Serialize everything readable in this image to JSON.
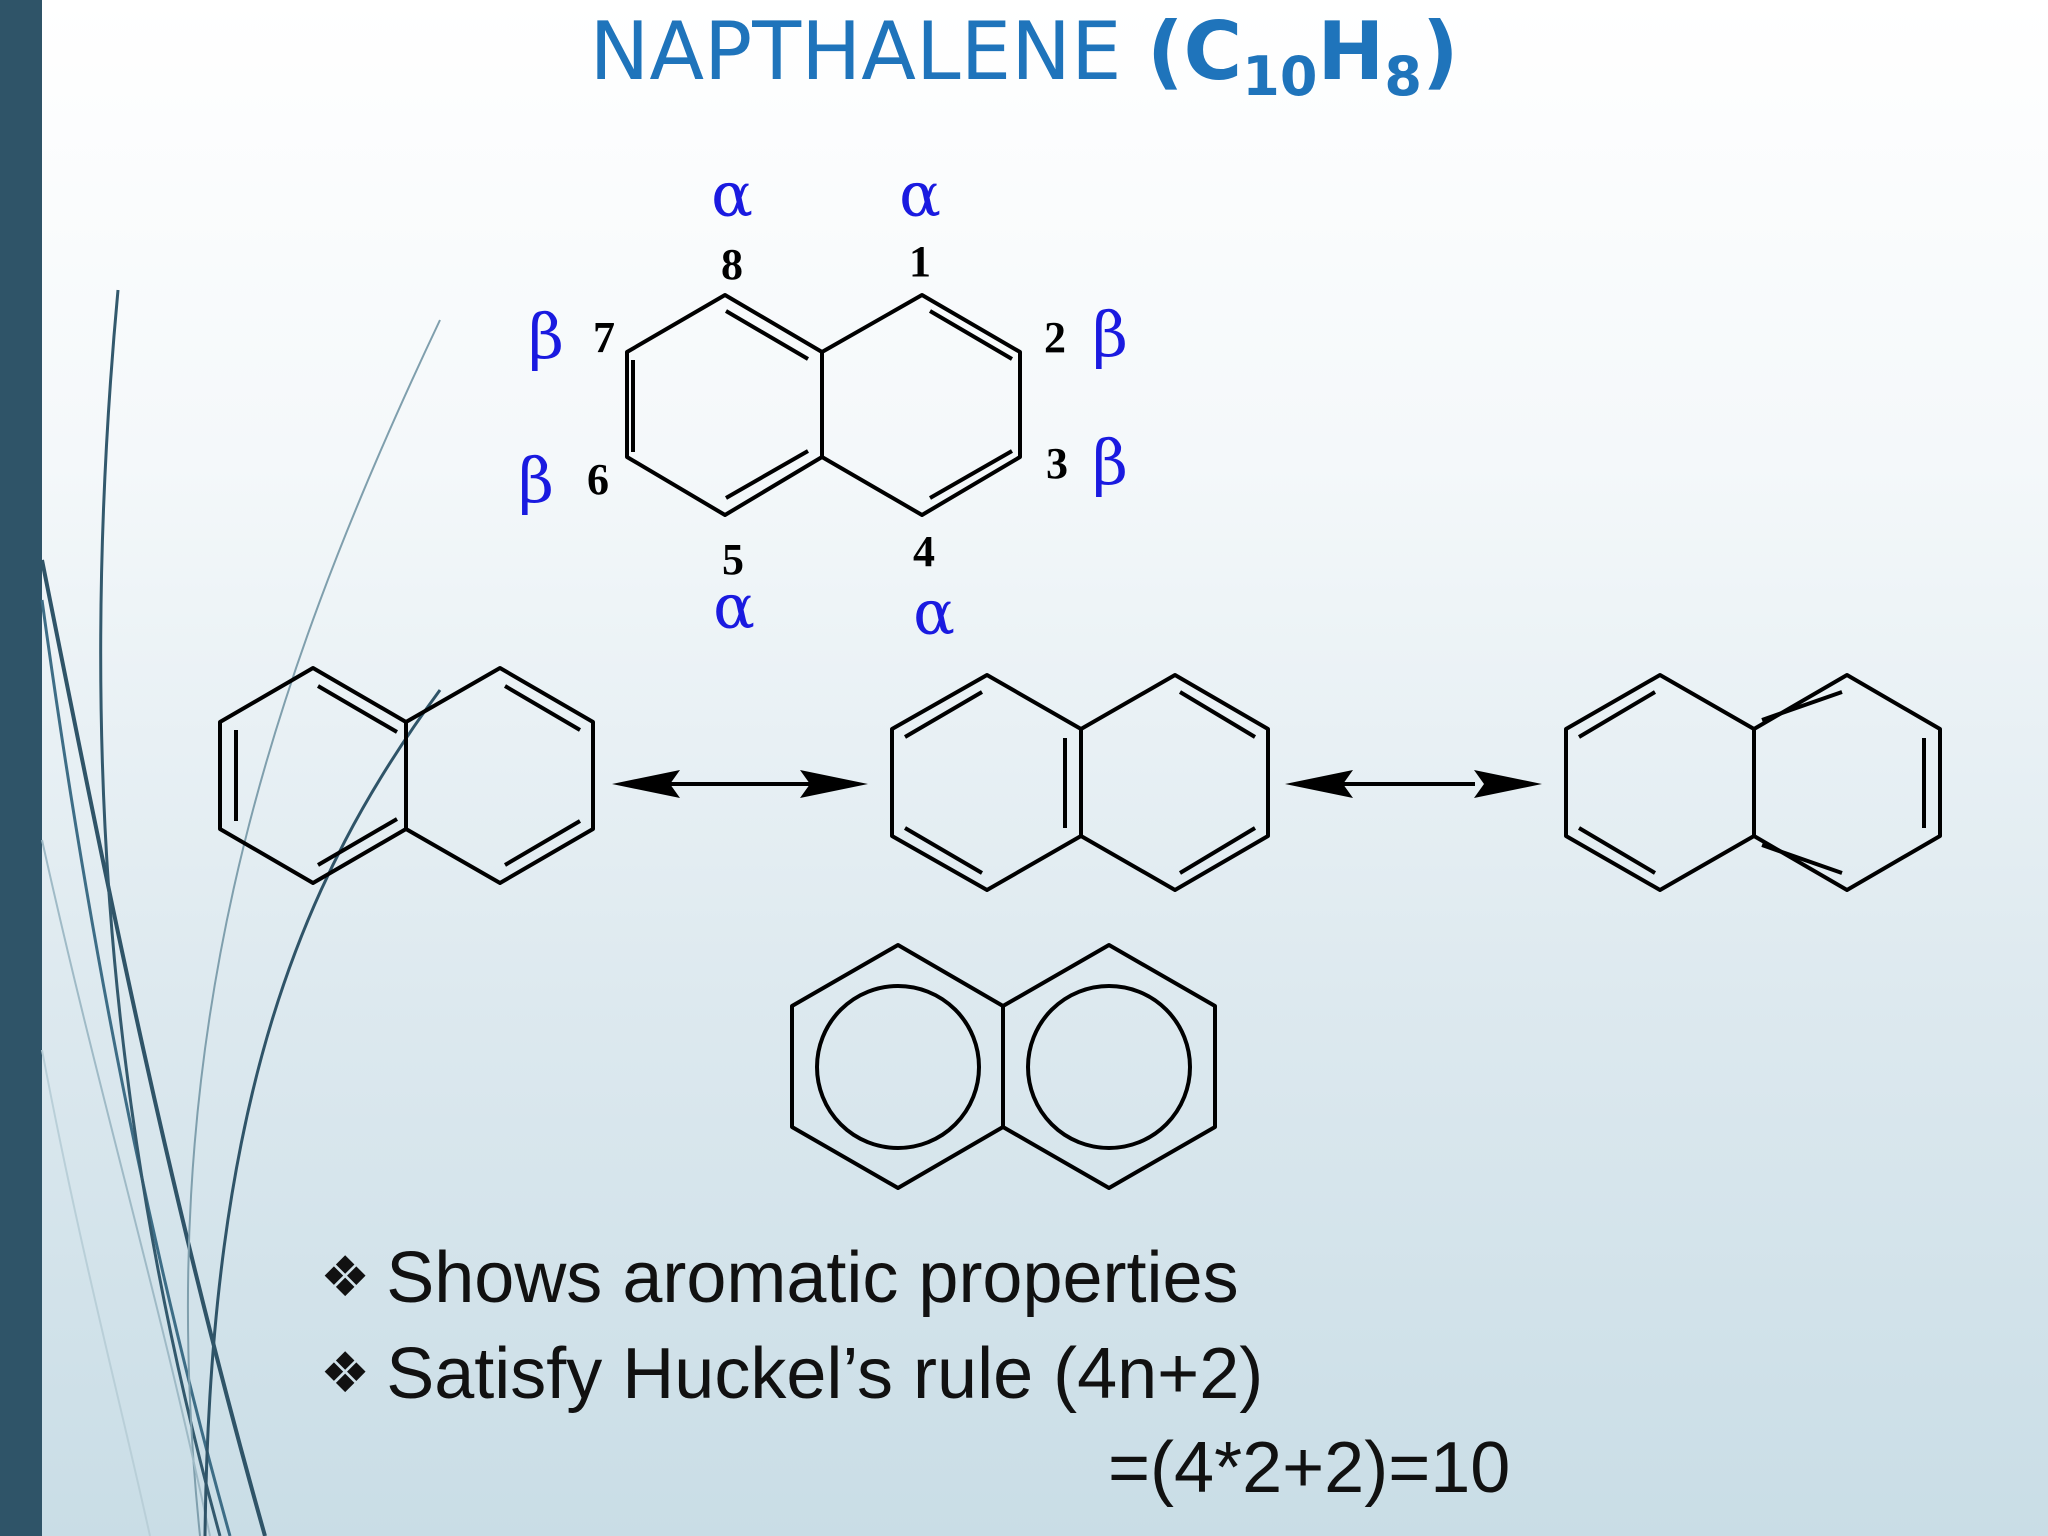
{
  "title": {
    "name": "NAPTHALENE",
    "open": "(",
    "c": "C",
    "c_sub": "10",
    "h": "H",
    "h_sub": "8",
    "close": ")"
  },
  "structure": {
    "positions": [
      "1",
      "2",
      "3",
      "4",
      "5",
      "6",
      "7",
      "8"
    ],
    "alpha_label": "α",
    "beta_label": "β"
  },
  "bullets": [
    {
      "glyph": "❖",
      "text": "Shows aromatic properties"
    },
    {
      "glyph": "❖",
      "text": "Satisfy Huckel’s rule (4n+2)"
    }
  ],
  "calculation": "=(4*2+2)=10",
  "colors": {
    "title": "#1f74bb",
    "labels": "#1a1ae0",
    "sidebar": "#2f5468"
  }
}
